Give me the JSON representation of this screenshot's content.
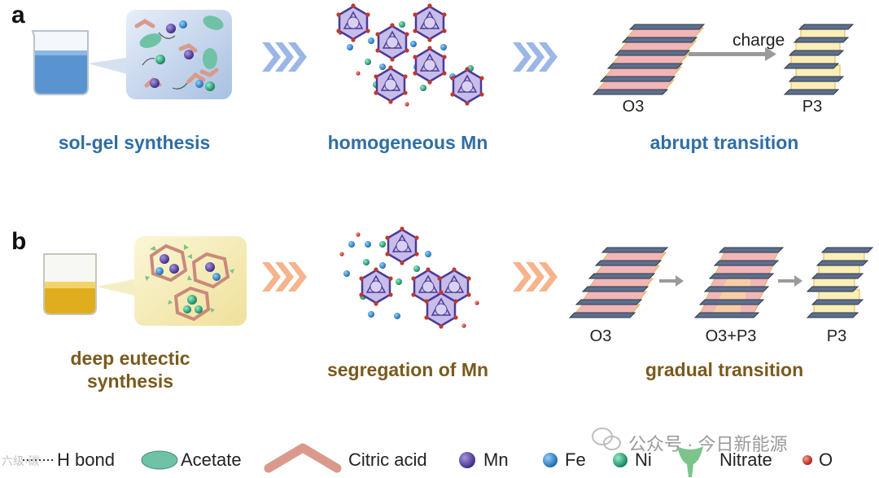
{
  "panels": [
    {
      "letter": "a",
      "captions": [
        "sol-gel synthesis",
        "homogeneous Mn",
        "abrupt transition"
      ],
      "arrow_label": "charge",
      "phases": [
        "O3",
        "P3"
      ]
    },
    {
      "letter": "b",
      "captions_multi": [
        "deep eutectic",
        "synthesis"
      ],
      "captions": [
        "segregation of Mn",
        "gradual transition"
      ],
      "phases": [
        "O3",
        "O3+P3",
        "P3"
      ]
    }
  ],
  "legend": {
    "items": [
      "H bond",
      "Acetate",
      "Citric acid",
      "Mn",
      "Fe",
      "Ni",
      "Nitrate",
      "O"
    ]
  },
  "colors": {
    "blue_caption": "#2f6ea3",
    "brown_caption": "#7a5a1c",
    "mn": "#5b3fa0",
    "fe": "#2f86c9",
    "ni": "#22a07a",
    "o": "#c0392b",
    "acetate": "#6fc2a6",
    "citric": "#d99a8c",
    "nitrate": "#7cc48a",
    "layer_dark": "#5d6f8c",
    "o3_fill": "#f2b6b6",
    "p3_fill": "#fbefb8"
  },
  "watermark": {
    "text": "公众号 · 今日新能源",
    "corner_text": "六级·碳·"
  }
}
